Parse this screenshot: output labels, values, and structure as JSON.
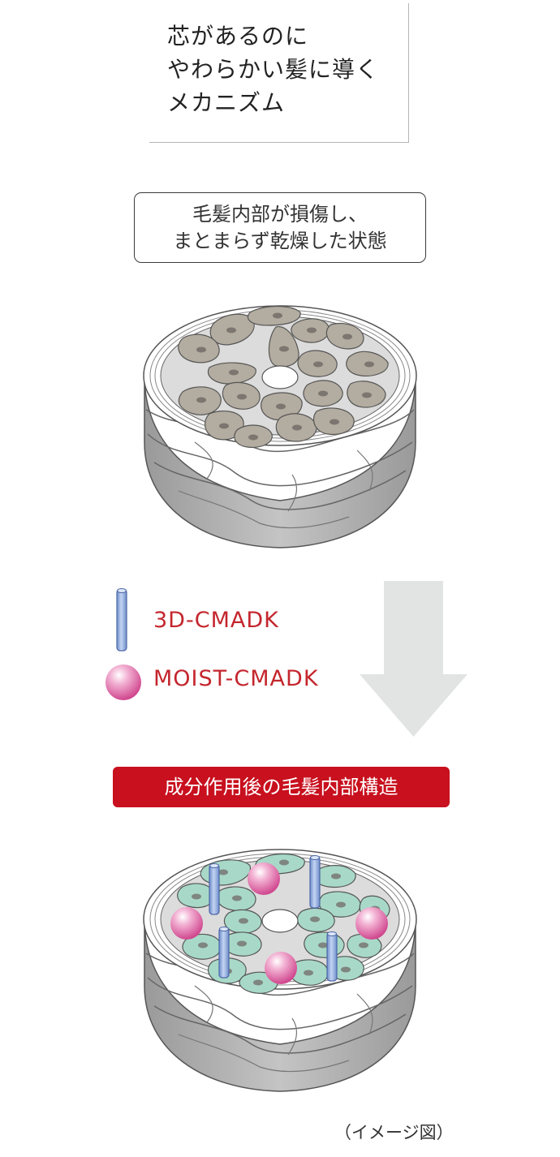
{
  "heading": {
    "lines": [
      "芯があるのに",
      "やわらかい髪に導く",
      "メカニズム"
    ]
  },
  "damaged_state": {
    "lines": [
      "毛髪内部が損傷し、",
      "まとまらず乾燥した状態"
    ]
  },
  "legend": {
    "rod_label": "3D-CMADK",
    "ball_label": "MOIST-CMADK"
  },
  "result": {
    "label": "成分作用後の毛髪内部構造"
  },
  "caption": "（イメージ図）",
  "colors": {
    "accent_red": "#c8101e",
    "legend_text_red": "#c4262e",
    "damaged_cell": "#b3aca0",
    "repaired_cell": "#a8d9c8",
    "rod_blue": "#8aa8dc",
    "ball_pink": "#e06aa6",
    "arrow_gray": "#e2e3e3",
    "cuticle_gray": "#a9a9a9"
  }
}
